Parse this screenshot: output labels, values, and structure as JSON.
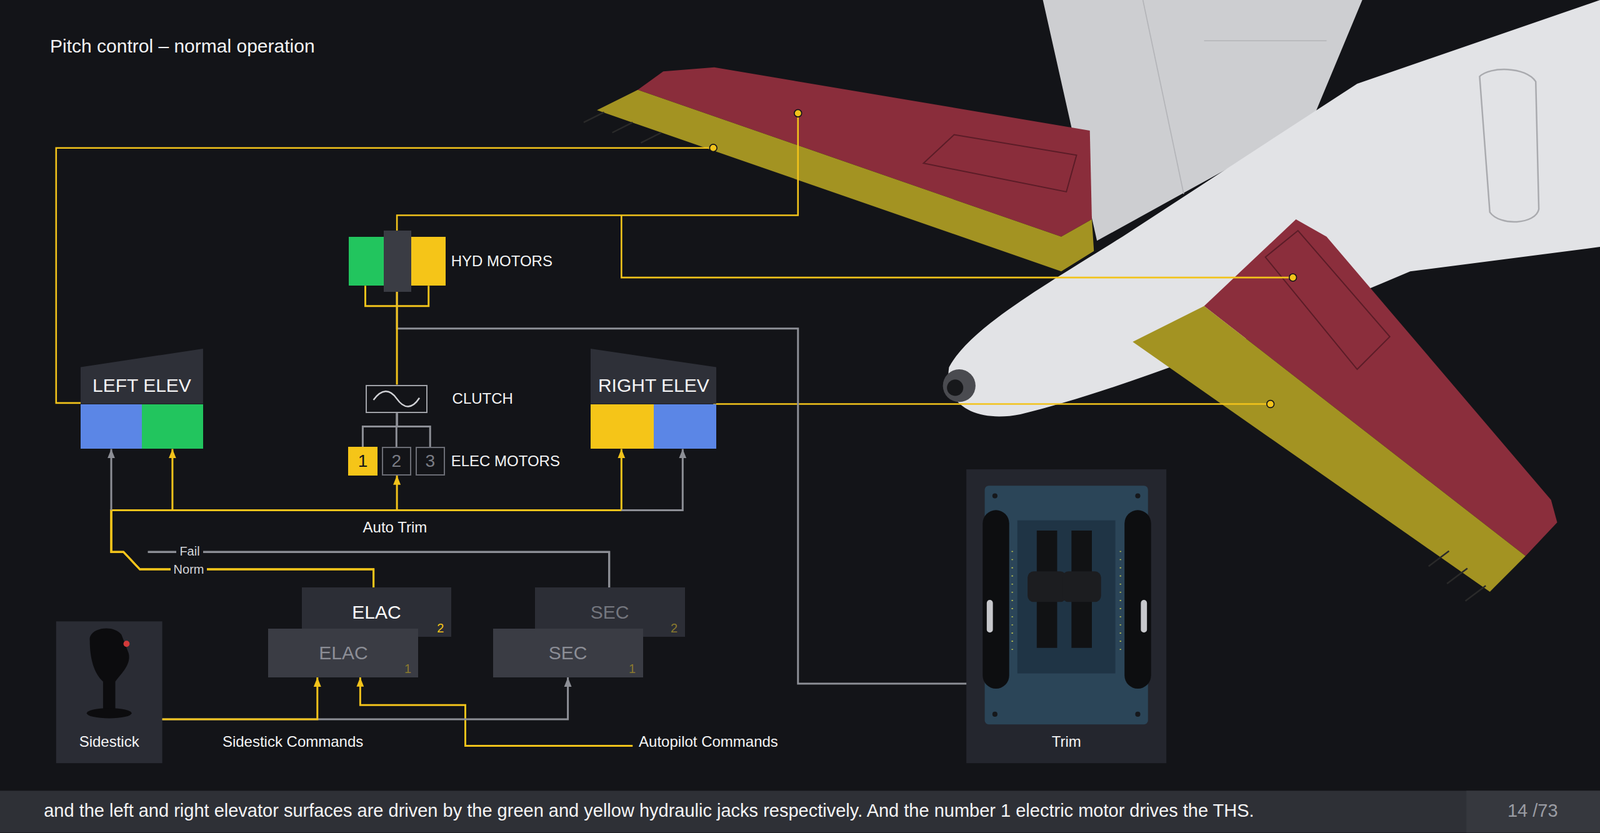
{
  "diagram": {
    "title": "Pitch control – normal operation",
    "caption": "and the left and right elevator surfaces are driven by the green and yellow hydraulic jacks respectively. And the number 1 electric motor drives the THS.",
    "nodes": [
      {
        "text": [
          "HYD MOTORS"
        ]
      },
      {
        "text": [
          "LEFT ELEV"
        ]
      },
      {
        "text": [
          "RIGHT ELEV"
        ]
      },
      {
        "text": [
          "CLUTCH"
        ]
      },
      {
        "text": [
          "ELEC MOTORS"
        ]
      },
      {
        "text": [
          "1"
        ],
        "in": 4
      },
      {
        "text": [
          "2"
        ],
        "in": 4
      },
      {
        "text": [
          "3"
        ],
        "in": 4
      },
      {
        "text": [
          "ELAC",
          "2"
        ]
      },
      {
        "text": [
          "SEC",
          "2"
        ]
      },
      {
        "text": [
          "ELAC",
          "1"
        ]
      },
      {
        "text": [
          "SEC",
          "1"
        ]
      },
      {
        "text": [
          "Sidestick"
        ]
      },
      {
        "text": [
          "Trim"
        ]
      }
    ],
    "edges": [
      {
        "from": 0,
        "to": 13,
        "arrow": "none"
      },
      {
        "from": 0,
        "to": 3,
        "arrow": "none"
      },
      {
        "from": 3,
        "to": 5,
        "arrow": "none"
      },
      {
        "from": 3,
        "to": 6,
        "arrow": "none"
      },
      {
        "from": 3,
        "to": 7,
        "arrow": "none"
      },
      {
        "from": 12,
        "to": 11,
        "arrow": "to"
      },
      {
        "from": 12,
        "to": 10,
        "arrow": "to"
      },
      {
        "from": 8,
        "to": 1,
        "arrow": "to"
      },
      {
        "from": 8,
        "to": 4,
        "arrow": "to"
      },
      {
        "from": 8,
        "to": 2,
        "arrow": "to"
      },
      {
        "from": 9,
        "to": 1,
        "arrow": "to"
      },
      {
        "from": 9,
        "to": 2,
        "arrow": "to"
      }
    ],
    "labels": [
      "Fail",
      "Norm",
      "Auto Trim",
      "Sidestick Commands",
      "Autopilot Commands",
      "14 /73"
    ]
  }
}
